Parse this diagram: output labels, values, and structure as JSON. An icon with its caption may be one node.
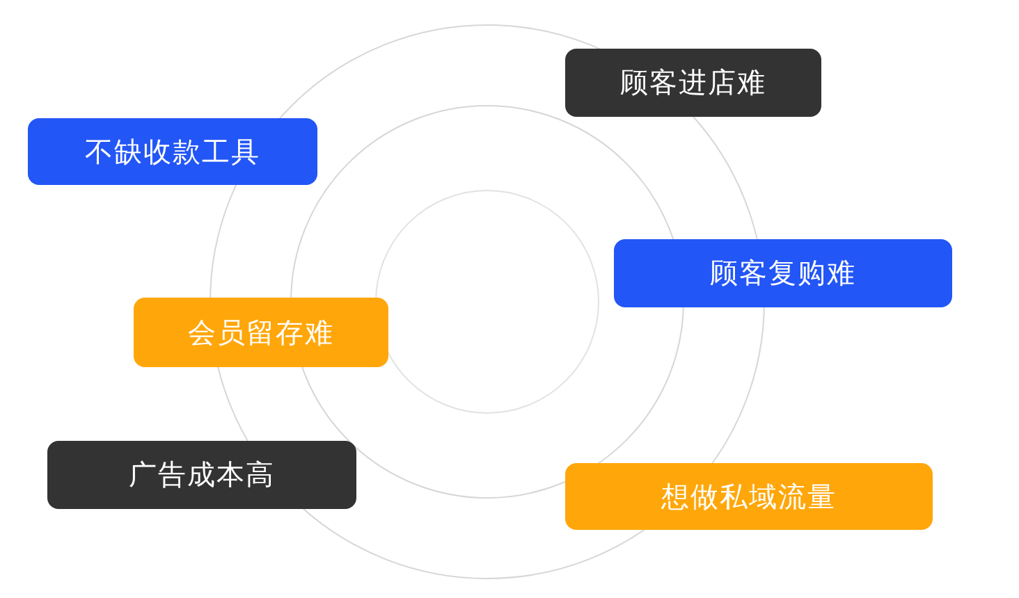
{
  "diagram": {
    "nodes": [
      {
        "text": [
          "顾客进店难"
        ]
      },
      {
        "text": [
          "不缺收款工具"
        ]
      },
      {
        "text": [
          "顾客复购难"
        ]
      },
      {
        "text": [
          "会员留存难"
        ]
      },
      {
        "text": [
          "广告成本高"
        ]
      },
      {
        "text": [
          "想做私域流量"
        ]
      }
    ]
  }
}
